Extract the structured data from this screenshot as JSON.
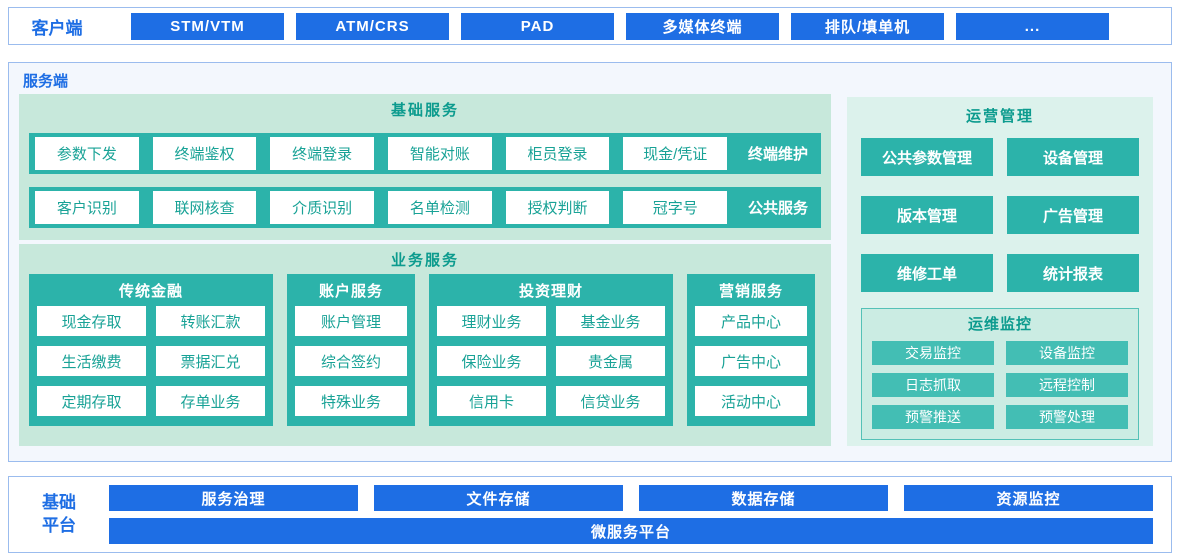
{
  "colors": {
    "blue": "#1e6ee4",
    "teal": "#2cb3aa",
    "teal_light": "#43beb4",
    "block_bg": "#c7e8db",
    "ops_bg": "#dcf2ec",
    "border_blue": "#9bbcee",
    "title_teal": "#0c9b8e"
  },
  "client": {
    "label": "客户端",
    "terminals": [
      "STM/VTM",
      "ATM/CRS",
      "PAD",
      "多媒体终端",
      "排队/填单机",
      "..."
    ]
  },
  "server": {
    "label": "服务端",
    "basic": {
      "title": "基础服务",
      "rows": [
        {
          "items": [
            "参数下发",
            "终端鉴权",
            "终端登录",
            "智能对账",
            "柜员登录",
            "现金/凭证"
          ],
          "tag": "终端维护"
        },
        {
          "items": [
            "客户识别",
            "联网核查",
            "介质识别",
            "名单检测",
            "授权判断",
            "冠字号"
          ],
          "tag": "公共服务"
        }
      ]
    },
    "business": {
      "title": "业务服务",
      "groups": [
        {
          "title": "传统金融",
          "items": [
            "现金存取",
            "转账汇款",
            "生活缴费",
            "票据汇兑",
            "定期存取",
            "存单业务"
          ]
        },
        {
          "title": "账户服务",
          "items": [
            "账户管理",
            "综合签约",
            "特殊业务"
          ]
        },
        {
          "title": "投资理财",
          "items": [
            "理财业务",
            "基金业务",
            "保险业务",
            "贵金属",
            "信用卡",
            "信贷业务"
          ]
        },
        {
          "title": "营销服务",
          "items": [
            "产品中心",
            "广告中心",
            "活动中心"
          ]
        }
      ]
    },
    "operations": {
      "title": "运营管理",
      "items": [
        "公共参数管理",
        "设备管理",
        "版本管理",
        "广告管理",
        "维修工单",
        "统计报表"
      ],
      "monitoring": {
        "title": "运维监控",
        "items": [
          "交易监控",
          "设备监控",
          "日志抓取",
          "远程控制",
          "预警推送",
          "预警处理"
        ]
      }
    }
  },
  "platform": {
    "label": "基础平台",
    "items": [
      "服务治理",
      "文件存储",
      "数据存储",
      "资源监控"
    ],
    "bottom": "微服务平台"
  }
}
